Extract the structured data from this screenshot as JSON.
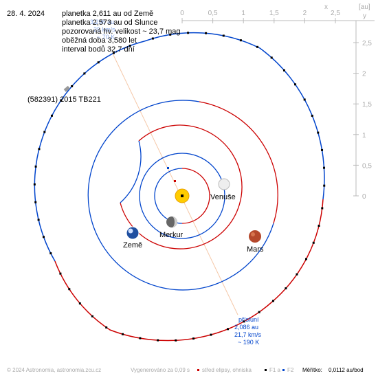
{
  "date": "28. 4. 2024",
  "info_lines": [
    "planetka 2,611 au od Země",
    "planetka 2,573 au od Slunce",
    "pozorovaná hv. velikost ~ 23,7 mag",
    "oběžná doba 3,580 let",
    "interval bodů 32,7 dní"
  ],
  "faint_overlay": [
    "3,296 au",
    "25 km/s",
    "~ 70 K"
  ],
  "asteroid_name": "(582391) 2015 TB221",
  "perihelion": {
    "label": "přísluní",
    "distance": "2,086 au",
    "speed": "21,7 km/s",
    "temperature": "~ 190 K"
  },
  "planets": {
    "sun": "",
    "mercury": "Merkur",
    "venus": "Venuše",
    "earth": "Země",
    "mars": "Mars"
  },
  "x_axis": {
    "unit_label": "x",
    "unit": "[au]",
    "ticks": [
      "0",
      "0,5",
      "1",
      "1,5",
      "2",
      "2,5"
    ]
  },
  "y_axis": {
    "unit_label": "y",
    "ticks": [
      "2,5",
      "2",
      "1,5",
      "1",
      "0,5",
      "0"
    ]
  },
  "footer": {
    "copyright": "© 2024 Astronomia, astronomia.zcu.cz",
    "generated": "Vygenerováno za 0,09 s",
    "legend_center": "střed elipsy, ohniska",
    "legend_f1": "F1 a",
    "legend_f2": "F2",
    "scale_label": "Měřítko:",
    "scale_value": "0,0112 au/bod"
  },
  "colors": {
    "above_ecliptic": "#0044cc",
    "below_ecliptic": "#cc0000",
    "perihelion_line": "#f5c8a8",
    "perihelion_text": "#0044cc",
    "axis": "#aaaaaa",
    "sun": "#ffcc00"
  }
}
